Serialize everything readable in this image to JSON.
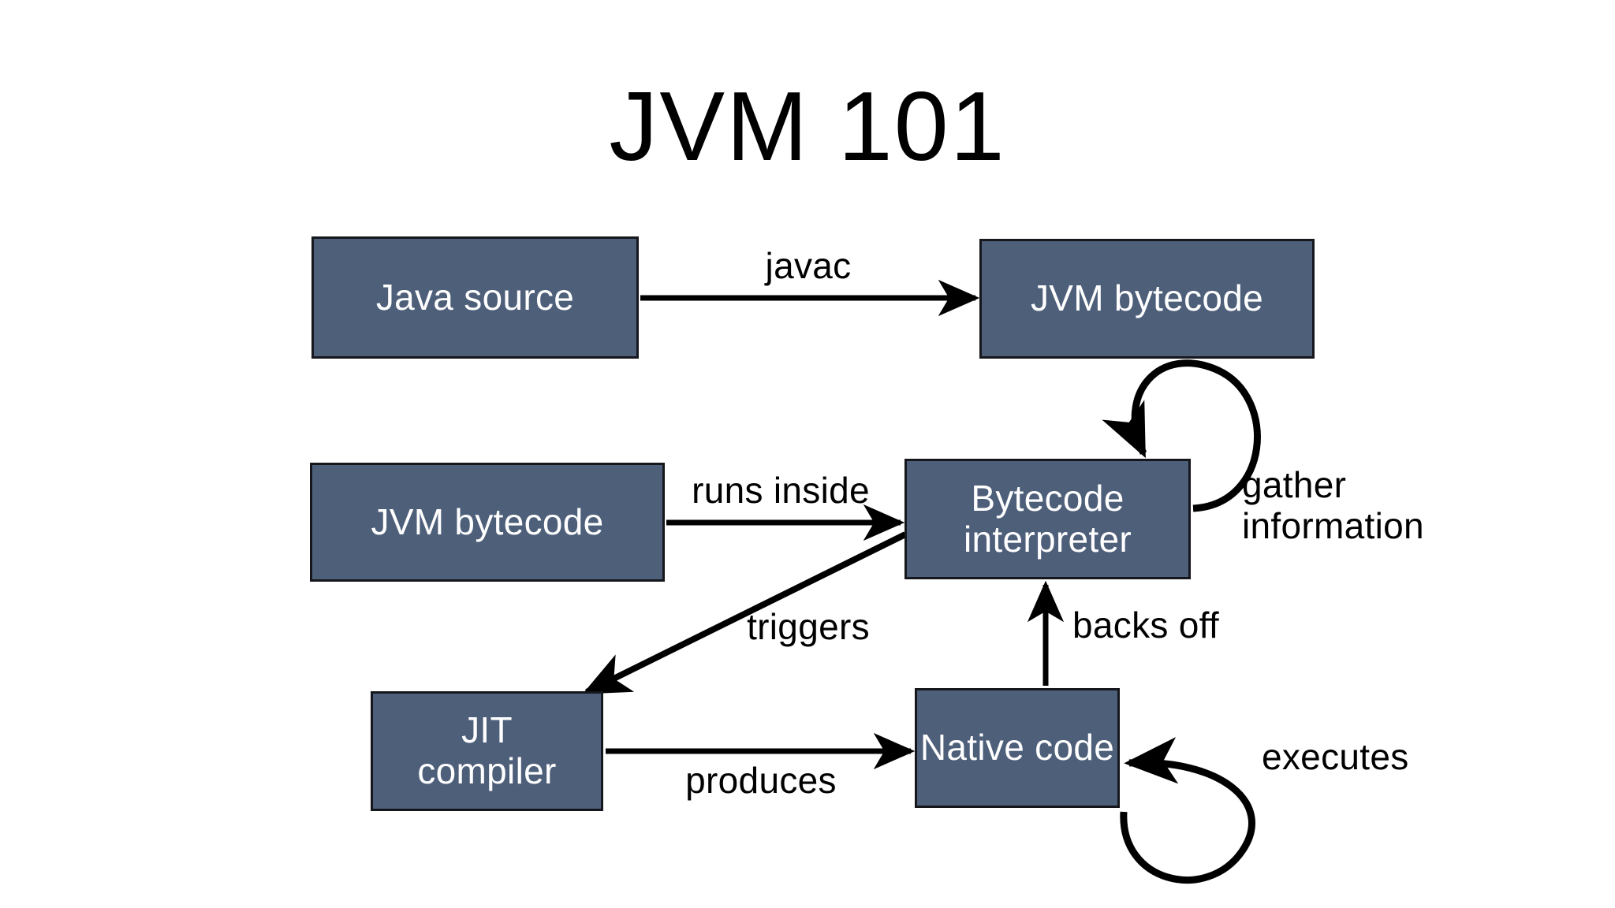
{
  "slide": {
    "title": "JVM 101",
    "background_color": "#ffffff",
    "node_fill_color": "#4e5f7a",
    "node_border_color": "#15171c",
    "node_text_color": "#ffffff",
    "edge_color": "#000000"
  },
  "nodes": [
    {
      "id": "java-source",
      "label": "Java source"
    },
    {
      "id": "jvm-bytecode-top",
      "label": "JVM bytecode"
    },
    {
      "id": "jvm-bytecode-middle",
      "label": "JVM bytecode"
    },
    {
      "id": "bytecode-interpreter",
      "label": "Bytecode\ninterpreter"
    },
    {
      "id": "jit-compiler",
      "label": "JIT\ncompiler"
    },
    {
      "id": "native-code",
      "label": "Native code"
    }
  ],
  "edges": [
    {
      "id": "javac",
      "label": "javac",
      "from": "java-source",
      "to": "jvm-bytecode-top"
    },
    {
      "id": "runs-inside",
      "label": "runs inside",
      "from": "jvm-bytecode-middle",
      "to": "bytecode-interpreter"
    },
    {
      "id": "gather-information",
      "label": "gather\ninformation",
      "from": "bytecode-interpreter",
      "to": "bytecode-interpreter"
    },
    {
      "id": "triggers",
      "label": "triggers",
      "from": "bytecode-interpreter",
      "to": "jit-compiler"
    },
    {
      "id": "produces",
      "label": "produces",
      "from": "jit-compiler",
      "to": "native-code"
    },
    {
      "id": "backs-off",
      "label": "backs off",
      "from": "native-code",
      "to": "bytecode-interpreter"
    },
    {
      "id": "executes",
      "label": "executes",
      "from": "native-code",
      "to": "native-code"
    }
  ]
}
